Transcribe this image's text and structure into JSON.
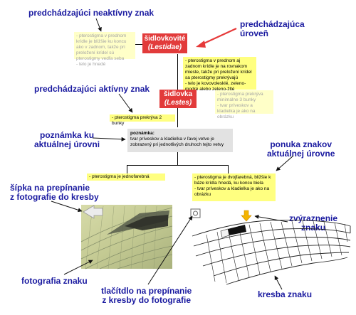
{
  "callouts": {
    "prev_inactive": "predchádzajúci neaktívny znak",
    "prev_level_1": "predchádzajúca",
    "prev_level_2": "úroveň",
    "prev_active": "predchádzajúci aktívny znak",
    "note_1": "poznámka ku",
    "note_2": "aktuálnej úrovni",
    "offer_1": "ponuka znakov",
    "offer_2": "aktuálnej úrovne",
    "toggle_arrow_1": "šípka na prepínanie",
    "toggle_arrow_2": "z fotografie do kresby",
    "highlight_1": "zvýraznenie",
    "highlight_2": "znaku",
    "photo": "fotografia znaku",
    "toggle_button_1": "tlačítdlo na prepínanie",
    "toggle_button_2": "z kresby do fotografie",
    "drawing": "kresba znaku"
  },
  "inactive_box": [
    "pterostigma v prednom krídle je bližšie ku koncu ako v zadnom, takže pri preložení krídel sú pterostigmy vedľa seba",
    "telo je hnedé"
  ],
  "level1": {
    "name": "šidlovkovité",
    "latin": "(Lestidae)"
  },
  "active_box": [
    "pterostigma v prednom aj zadnom krídle je na rovnakom mieste, takže pri preložení krídel sa pterostigmy prekrývajú",
    "telo je kovovolesklé, zeleno-modré alebo zeleno-žlté"
  ],
  "level2": {
    "name": "šidlovka",
    "latin": "(Lestes)"
  },
  "faded_box": [
    "pterostigma prekrýva minimálne 3 bunky",
    "tvar príveskov a kladielka je ako na obrázku"
  ],
  "prev_chosen": "pterostigma prekrýva 2 bunky",
  "note": {
    "label": "poznámka:",
    "text": "tvar príveskov a kladielka v ľavej vetve je zobrazený pri jednotlivých druhoch tejto vetvy"
  },
  "option_left": "pterostigma je jednofarebná",
  "option_right": [
    "pterostigma je dvojfarebná, bližšie k báze krídla hnedá, ku koncu biela",
    "tvar príveskov a kladielka je ako na obrázku"
  ],
  "colors": {
    "callout": "#1a1aa0",
    "yellow": "#ffff80",
    "red": "#e23b3b",
    "note_gray": "#e2e2e2",
    "pointer_arrow": "#e63a3a",
    "highlight_arrow": "#f4b400"
  }
}
